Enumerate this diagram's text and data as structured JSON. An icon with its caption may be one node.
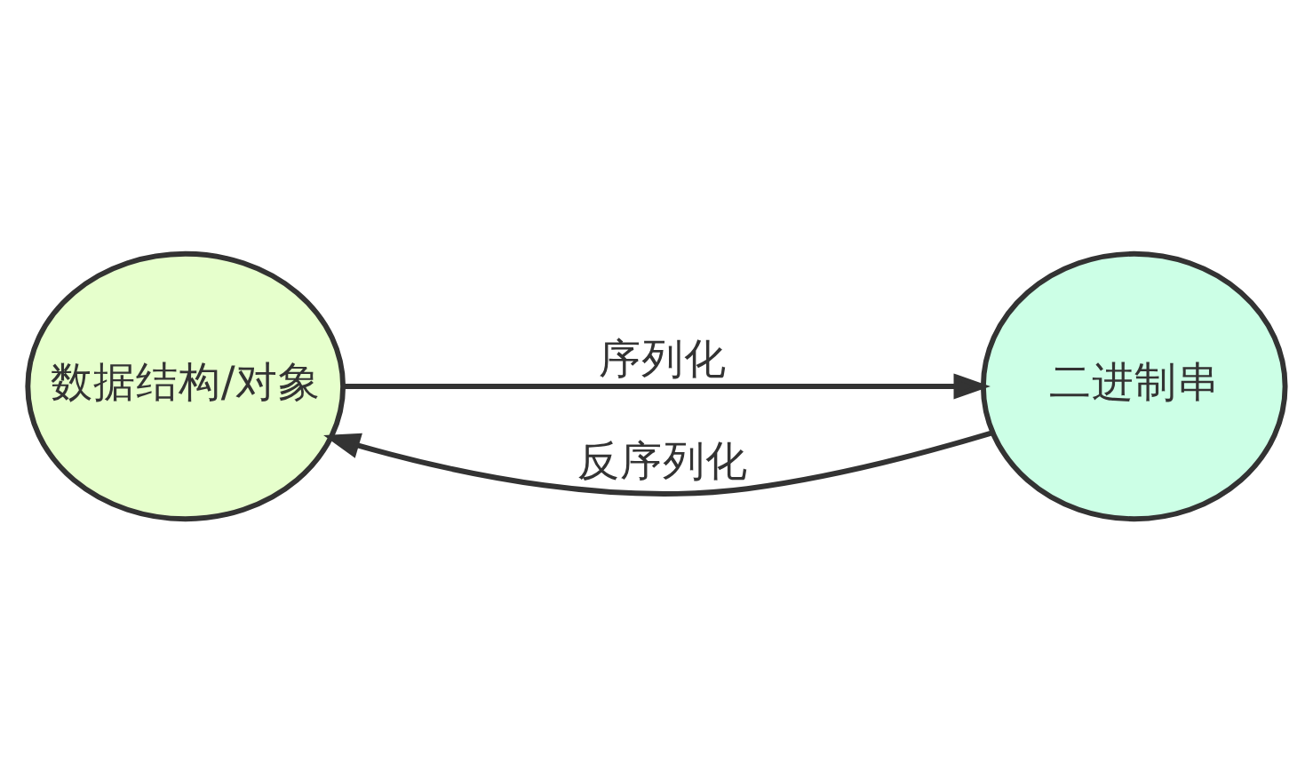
{
  "diagram": {
    "nodes": [
      {
        "text": [
          "数据结构/对象"
        ]
      },
      {
        "text": [
          "二进制串"
        ]
      }
    ],
    "edges": [
      {
        "from": 0,
        "to": 1,
        "arrow": "to",
        "label": "序列化"
      },
      {
        "from": 1,
        "to": 0,
        "arrow": "to",
        "label": "反序列化"
      }
    ]
  }
}
